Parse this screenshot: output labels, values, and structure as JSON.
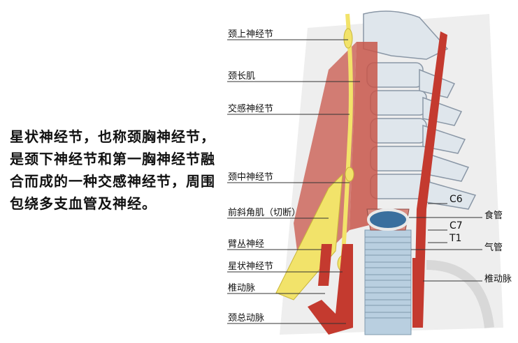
{
  "description": "星状神经节，也称颈胸神经节，是颈下神经节和第一胸神经节融合而成的一种交感神经节，周围包绕多支血管及神经。",
  "labels": {
    "superior_cervical_ganglion": "颈上神经节",
    "longus_colli": "颈长肌",
    "sympathetic_ganglion": "交感神经节",
    "middle_cervical_ganglion": "颈中神经节",
    "anterior_scalene": "前斜角肌（切断）",
    "brachial_plexus": "臂丛神经",
    "stellate_ganglion": "星状神经节",
    "vertebral_artery_left": "椎动脉",
    "common_carotid": "颈总动脉",
    "c6": "C6",
    "c7": "C7",
    "t1": "T1",
    "esophagus": "食管",
    "trachea": "气管",
    "vertebral_artery_right": "椎动脉"
  },
  "colors": {
    "muscle": "#c8564a",
    "artery": "#c43a2f",
    "nerve": "#f2e36a",
    "bone": "#dfe6ec",
    "trachea": "#b9cfe0"
  }
}
